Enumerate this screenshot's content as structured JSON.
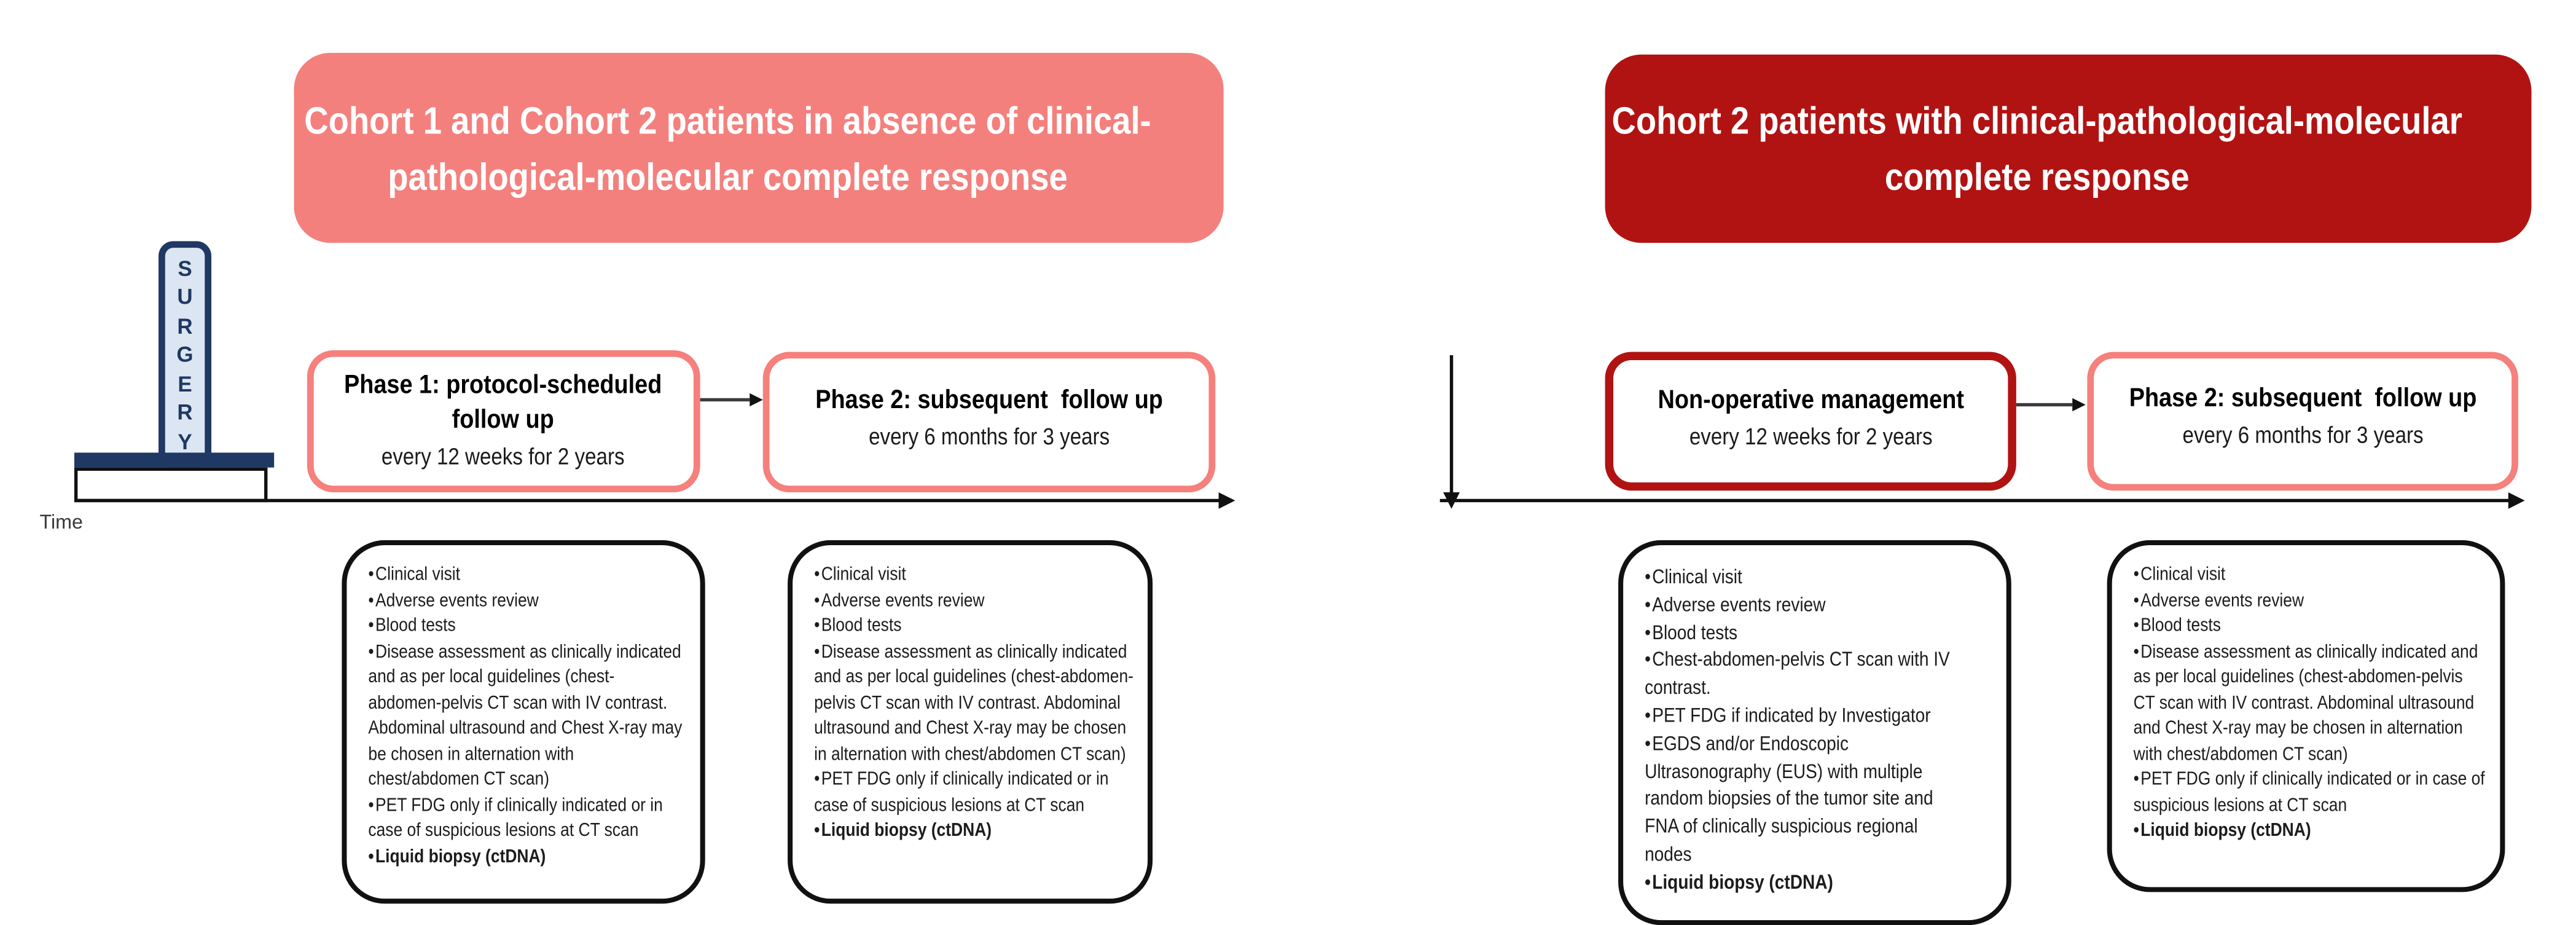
{
  "colors": {
    "salmon": "#f4807d",
    "dark_red": "#b11312",
    "navy": "#1f3864",
    "light_blue_fill": "#dce6f2",
    "line_black": "#111111",
    "white": "#ffffff"
  },
  "left_panel": {
    "header": "Cohort 1 and Cohort 2 patients in absence of clinical-pathological-molecular complete response",
    "surgery_label": "SURGERY",
    "time_label": "Time",
    "phase1_box": {
      "title": "Phase 1: protocol-scheduled follow up",
      "subtitle": "every 12 weeks for 2 years"
    },
    "phase2_box": {
      "title": "Phase 2: subsequent  follow up",
      "subtitle": "every 6 months for 3 years"
    }
  },
  "right_panel": {
    "header": "Cohort 2 patients with clinical-pathological-molecular complete response",
    "nonoperative_box": {
      "title": "Non-operative management",
      "subtitle": "every 12 weeks for 2 years"
    },
    "phase2_box": {
      "title": "Phase 2: subsequent  follow up",
      "subtitle": "every 6 months for 3 years"
    }
  },
  "checklists": {
    "standard_followup": [
      {
        "text": "Clinical visit",
        "bold": false
      },
      {
        "text": "Adverse events review",
        "bold": false
      },
      {
        "text": "Blood tests",
        "bold": false
      },
      {
        "text": "Disease assessment as clinically indicated and as per local guidelines (chest-abdomen-pelvis CT scan with IV contrast. Abdominal ultrasound and Chest X-ray may be chosen in alternation with chest/abdomen CT scan)",
        "bold": false
      },
      {
        "text": "PET FDG only if clinically indicated or in case of suspicious lesions at CT scan",
        "bold": false
      },
      {
        "text": "Liquid biopsy (ctDNA)",
        "bold": true
      }
    ],
    "non_operative": [
      {
        "text": "Clinical visit",
        "bold": false
      },
      {
        "text": "Adverse events review",
        "bold": false
      },
      {
        "text": "Blood tests",
        "bold": false
      },
      {
        "text": "Chest-abdomen-pelvis CT scan with IV contrast.",
        "bold": false
      },
      {
        "text": "PET FDG if indicated by Investigator",
        "bold": false
      },
      {
        "text": "EGDS and/or Endoscopic Ultrasonography (EUS) with multiple random biopsies of the tumor site and FNA of clinically suspicious regional nodes",
        "bold": false
      },
      {
        "text": "Liquid biopsy (ctDNA)",
        "bold": true
      }
    ]
  }
}
